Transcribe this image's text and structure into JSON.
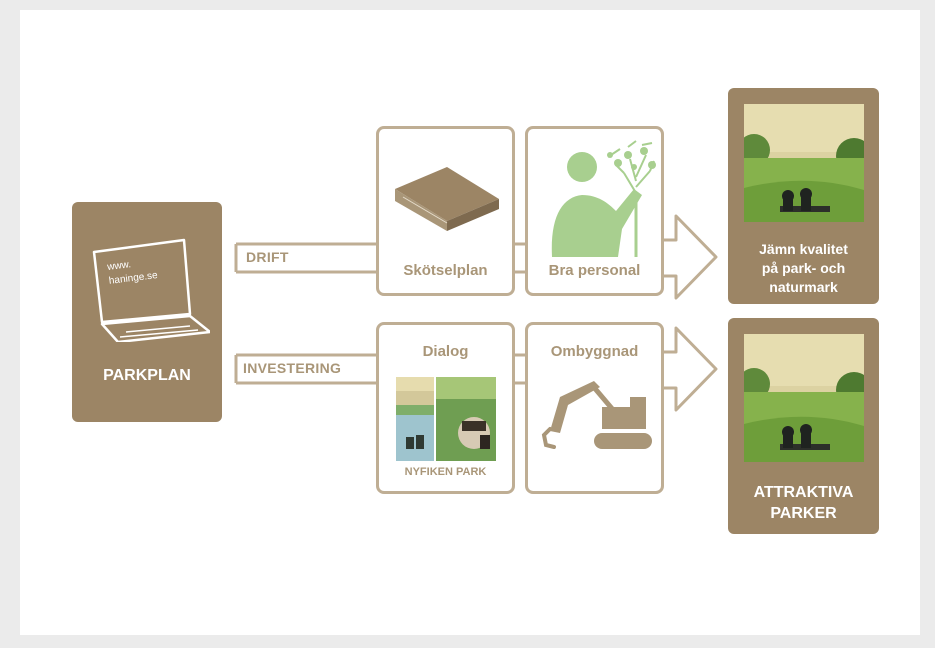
{
  "parkplan": {
    "title": "PARKPLAN",
    "screen_text_1": "www.",
    "screen_text_2": "haninge.se"
  },
  "drift": {
    "label": "DRIFT",
    "steps": [
      {
        "title": "Skötselplan"
      },
      {
        "title": "Bra personal"
      }
    ]
  },
  "investering": {
    "label": "INVESTERING",
    "steps": [
      {
        "title": "Dialog",
        "caption": "NYFIKEN PARK"
      },
      {
        "title": "Ombyggnad"
      }
    ]
  },
  "outcomes": [
    {
      "line1": "Jämn kvalitet",
      "line2": "på park- och",
      "line3": "naturmark"
    },
    {
      "line1": "ATTRAKTIVA",
      "line2": "PARKER"
    }
  ],
  "colors": {
    "brown": "#9c8565",
    "outline": "#bfae94",
    "text_tan": "#a99678",
    "green": "#a8cf8f"
  }
}
